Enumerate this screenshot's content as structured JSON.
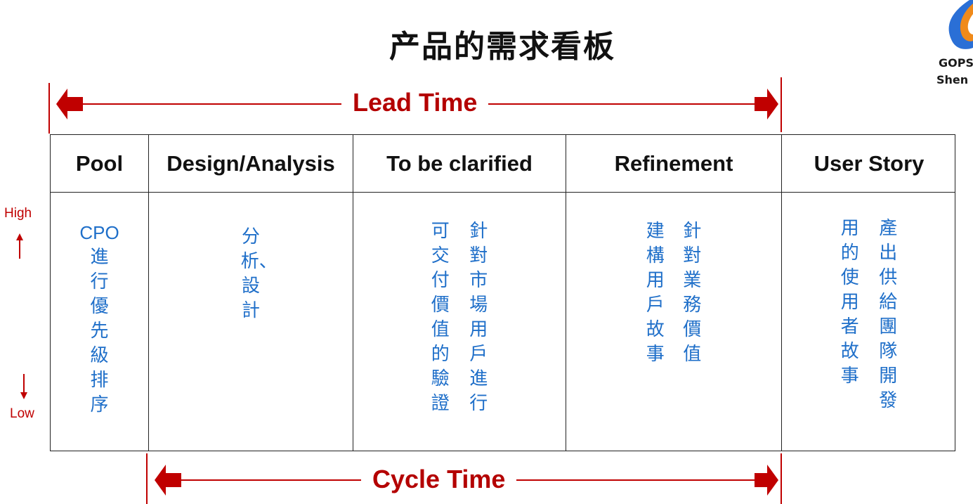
{
  "title": "产品的需求看板",
  "logo": {
    "line1": "GOPS",
    "line2": "Shen"
  },
  "lead_time_label": "Lead Time",
  "cycle_time_label": "Cycle Time",
  "priority": {
    "high": "High",
    "low": "Low"
  },
  "columns": [
    {
      "header": "Pool",
      "lines": [
        "CPO",
        "進行優先級排序"
      ]
    },
    {
      "header": "Design/Analysis",
      "lines": [
        "分析、設計"
      ]
    },
    {
      "header": "To be clarified",
      "lines": [
        "針對市場用戶進行",
        "可交付價值的驗證"
      ]
    },
    {
      "header": "Refinement",
      "lines": [
        "針對業務價值",
        "建構用戶故事"
      ]
    },
    {
      "header": "User Story",
      "lines": [
        "產出供給團隊開發",
        "用的使用者故事"
      ]
    }
  ],
  "colors": {
    "accent_red": "#c00000",
    "text_blue": "#1f6fc9"
  }
}
